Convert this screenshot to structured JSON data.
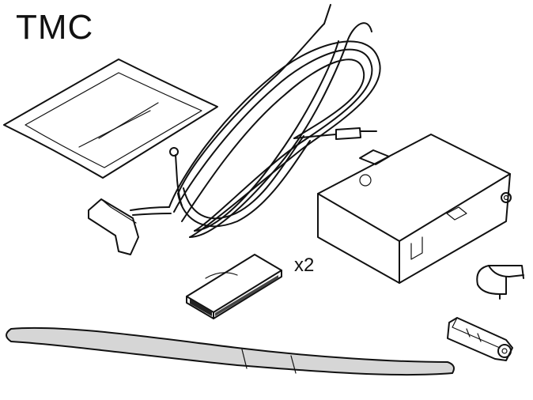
{
  "diagram": {
    "title": "TMC",
    "parts": [
      {
        "name": "protective-sleeve"
      },
      {
        "name": "antenna-cable-harness"
      },
      {
        "name": "tmc-receiver-module"
      },
      {
        "name": "adhesive-pad",
        "quantity_label": "x2"
      },
      {
        "name": "cable-clip"
      },
      {
        "name": "antenna-strip"
      },
      {
        "name": "antenna-adapter-connector"
      }
    ]
  }
}
